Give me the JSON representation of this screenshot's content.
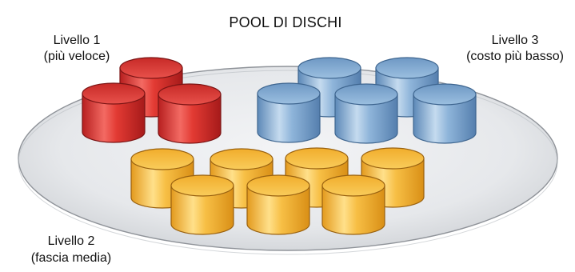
{
  "diagram": {
    "title": "POOL DI DISCHI",
    "tiers": [
      {
        "id": "tier-1",
        "label_line1": "Livello 1",
        "label_line2": "(più veloce)",
        "color": "#d9312f",
        "disk_count": 3
      },
      {
        "id": "tier-2",
        "label_line1": "Livello 2",
        "label_line2": "(fascia media)",
        "color": "#f2b234",
        "disk_count": 7
      },
      {
        "id": "tier-3",
        "label_line1": "Livello 3",
        "label_line2": "(costo più basso)",
        "color": "#86aed6",
        "disk_count": 5
      }
    ],
    "platter_color": "#e9ebee"
  }
}
